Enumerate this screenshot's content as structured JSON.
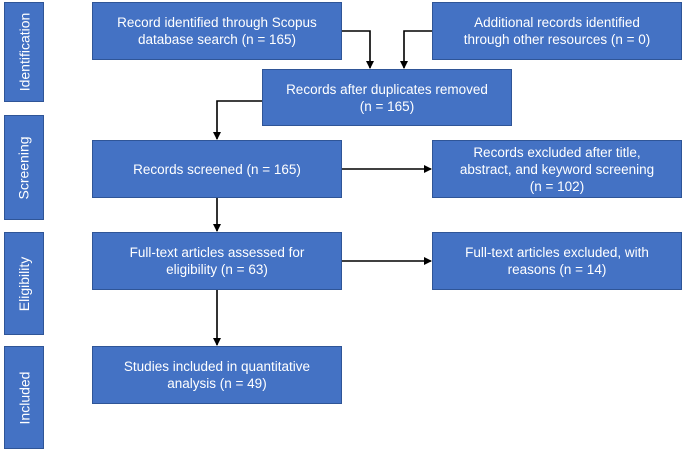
{
  "stages": {
    "identification": "Identification",
    "screening": "Screening",
    "eligibility": "Eligibility",
    "included": "Included"
  },
  "boxes": {
    "scopus": "Record identified through Scopus\ndatabase search (n = 165)",
    "other_sources": "Additional records identified\nthrough other resources (n = 0)",
    "duplicates_removed": "Records after duplicates removed\n(n = 165)",
    "screened": "Records screened (n = 165)",
    "excluded_screening": "Records excluded after title,\nabstract, and keyword screening\n(n = 102)",
    "fulltext_assessed": "Full-text articles assessed for\neligibility (n = 63)",
    "fulltext_excluded": "Full-text articles excluded, with\nreasons (n = 14)",
    "included": "Studies included in quantitative\nanalysis (n = 49)"
  },
  "colors": {
    "box_fill": "#4472c4",
    "box_border": "#2f5597",
    "arrow": "#000000",
    "text": "#ffffff"
  }
}
